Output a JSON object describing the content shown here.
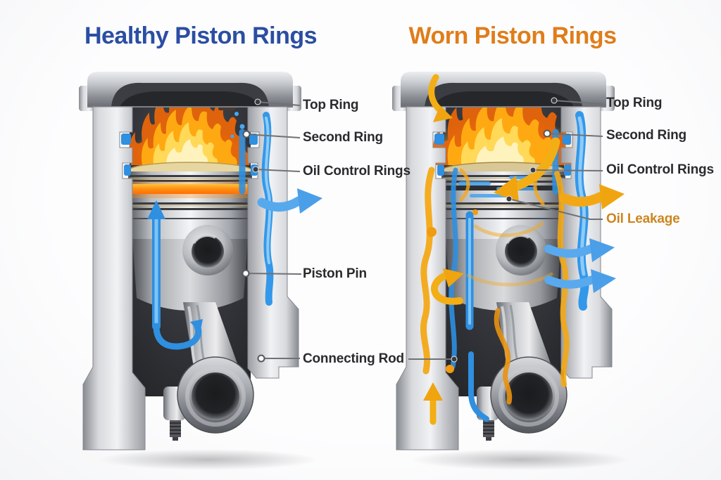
{
  "titles": {
    "left": {
      "text": "Healthy Piston Rings",
      "color": "#2B4EA2"
    },
    "right": {
      "text": "Worn Piston Rings",
      "color": "#E07D1A"
    }
  },
  "callouts": {
    "left": [
      {
        "label": "Top Ring"
      },
      {
        "label": "Second Ring"
      },
      {
        "label": "Oil Control Rings"
      },
      {
        "label": "Piston Pin"
      },
      {
        "label": "Connecting Rod"
      }
    ],
    "right": [
      {
        "label": "Top Ring"
      },
      {
        "label": "Second Ring"
      },
      {
        "label": "Oil Control Rings"
      },
      {
        "label": "Oil Leakage",
        "color": "#CC861F"
      }
    ]
  },
  "diagram": {
    "left_figure": "healthy-piston-cutaway",
    "right_figure": "worn-piston-cutaway",
    "flow_markers": {
      "healthy": [
        {
          "name": "coolant-up-arrow",
          "color": "#2F8FE0"
        },
        {
          "name": "oil-loop-arrow",
          "color": "#2F8FE0"
        },
        {
          "name": "sealed-flow-right-arrow",
          "color": "#4A9FE8"
        }
      ],
      "worn": [
        {
          "name": "blowby-down-arrow-top-left",
          "color": "#F3A816"
        },
        {
          "name": "blowby-down-arrow-right",
          "color": "#F3A816"
        },
        {
          "name": "oil-leak-right-arrow",
          "color": "#F0A40F"
        },
        {
          "name": "blowby-right-arrow-upper",
          "color": "#4A9FE8"
        },
        {
          "name": "blowby-right-arrow-lower",
          "color": "#4A9FE8"
        },
        {
          "name": "oil-return-loop-arrow",
          "color": "#F3A816"
        },
        {
          "name": "oil-up-arrow-bottom",
          "color": "#F3A816"
        }
      ]
    },
    "palette": {
      "metal_light": "#F2F3F5",
      "metal_mid": "#AEB2B8",
      "metal_dark": "#5C5F66",
      "chamber": "#2E3035",
      "flame_core": "#FFF3BD",
      "flame_mid": "#FFA912",
      "flame_outer": "#E8650A",
      "coolant_blue": "#3398EA",
      "oil_yellow": "#F2A816",
      "glow_ring_orange": "#FF8D12",
      "leader_line": "#6F7276",
      "label_text": "#2B2B2E"
    }
  }
}
